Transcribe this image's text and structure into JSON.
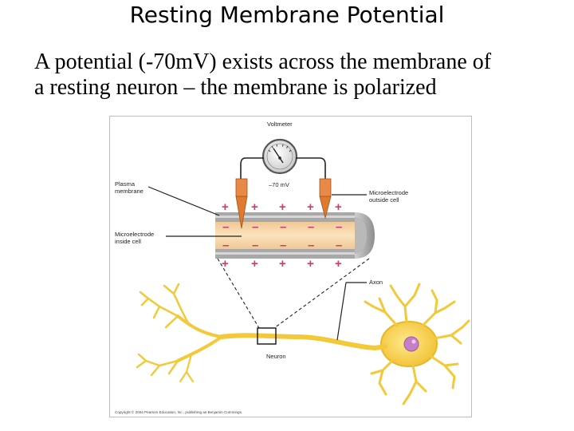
{
  "slide": {
    "title": "Resting Membrane Potential",
    "body_line_1": "A potential  (-70mV) exists across the membrane of",
    "body_line_2": "a resting neuron – the membrane is polarized"
  },
  "figure": {
    "labels": {
      "voltmeter": "Voltmeter",
      "reading": "–70 mV",
      "plasma_membrane_1": "Plasma",
      "plasma_membrane_2": "membrane",
      "microelectrode_inside_1": "Microelectrode",
      "microelectrode_inside_2": "inside cell",
      "microelectrode_outside_1": "Microelectrode",
      "microelectrode_outside_2": "outside cell",
      "axon": "Axon",
      "neuron": "Neuron",
      "copyright": "Copyright © 2004 Pearson Education, Inc., publishing as Benjamin Cummings."
    },
    "charges": {
      "outside": "+",
      "inside": "–"
    },
    "colors": {
      "axon_fill": "#f2c98e",
      "membrane": "#9a9a9a",
      "electrode": "#e07a2e",
      "neuron": "#f7d24a",
      "nucleus": "#c57fc9",
      "charge": "#d23a6f"
    },
    "icon": "voltmeter-dial-icon"
  }
}
